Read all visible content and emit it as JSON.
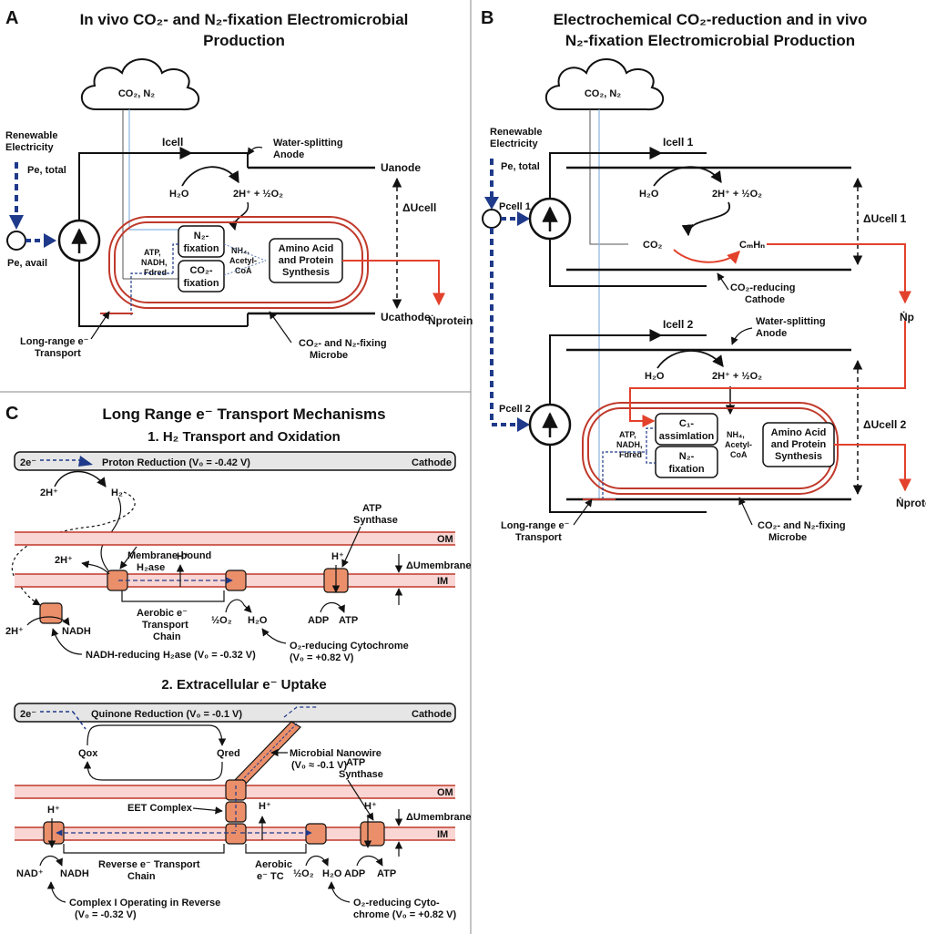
{
  "panel_a": {
    "letter": "A",
    "title_line1": "In vivo CO₂- and N₂-fixation Electromicrobial",
    "title_line2": "Production",
    "cloud": "CO₂, N₂",
    "renewable": "Renewable",
    "electricity": "Electricity",
    "p_total": "Pe, total",
    "p_avail": "Pe, avail",
    "i_cell": "Icell",
    "water_anode": "Water-splitting",
    "anode": "Anode",
    "u_anode": "Uanode",
    "u_cathode": "Ucathode",
    "delta_u": "ΔUcell",
    "h2o": "H₂O",
    "products": "2H⁺ + ½O₂",
    "n2_fix1": "N₂-",
    "n2_fix2": "fixation",
    "co2_fix1": "CO₂-",
    "co2_fix2": "fixation",
    "atp": "ATP,",
    "nadh": "NADH,",
    "fd": "Fdred",
    "nh4": "NH₄,",
    "acetyl": "Acetyl-",
    "coa": "CoA",
    "amino1": "Amino Acid",
    "amino2": "and Protein",
    "amino3": "Synthesis",
    "n_protein": "Ṅprotein",
    "long_range1": "Long-range e⁻",
    "long_range2": "Transport",
    "microbe1": "CO₂- and N₂-fixing",
    "microbe2": "Microbe"
  },
  "panel_b": {
    "letter": "B",
    "title_line1": "Electrochemical CO₂-reduction and in vivo",
    "title_line2": "N₂-fixation Electromicrobial Production",
    "cloud": "CO₂, N₂",
    "renewable": "Renewable",
    "electricity": "Electricity",
    "p_total": "Pe, total",
    "p_cell1": "Pcell 1",
    "p_cell2": "Pcell 2",
    "i_cell1": "Icell 1",
    "i_cell2": "Icell 2",
    "h2o": "H₂O",
    "products": "2H⁺ + ½O₂",
    "co2": "CO₂",
    "cmhn": "CₘHₙ",
    "delta_u1": "ΔUcell 1",
    "delta_u2": "ΔUcell 2",
    "co2_cathode1": "CO₂-reducing",
    "co2_cathode2": "Cathode",
    "n_p": "Ṅp",
    "water_anode": "Water-splitting",
    "anode": "Anode",
    "c1_1": "C₁-",
    "c1_2": "assimlation",
    "n2_fix1": "N₂-",
    "n2_fix2": "fixation",
    "atp": "ATP,",
    "nadh": "NADH,",
    "fd": "Fdred",
    "nh4": "NH₄,",
    "acetyl": "Acetyl-",
    "coa": "CoA",
    "amino1": "Amino Acid",
    "amino2": "and Protein",
    "amino3": "Synthesis",
    "n_protein": "Ṅprotein",
    "long_range1": "Long-range e⁻",
    "long_range2": "Transport",
    "microbe1": "CO₂- and N₂-fixing",
    "microbe2": "Microbe"
  },
  "panel_c": {
    "letter": "C",
    "title": "Long Range e⁻ Transport Mechanisms",
    "sec1_title": "1. H₂ Transport and Oxidation",
    "e2": "2e⁻",
    "proton_reduction": "Proton Reduction (V₀ = -0.42 V)",
    "cathode": "Cathode",
    "h_plus_2": "2H⁺",
    "h2": "H₂",
    "membrane_bound1": "Membrane-bound",
    "membrane_bound2": "H₂ase",
    "atp_synthase1": "ATP",
    "atp_synthase2": "Synthase",
    "om": "OM",
    "im": "IM",
    "h_plus": "H⁺",
    "delta_membrane": "ΔUmembrane",
    "aerobic1": "Aerobic e⁻",
    "aerobic2": "Transport",
    "aerobic3": "Chain",
    "half_o2": "½O₂",
    "h2o": "H₂O",
    "adp": "ADP",
    "atp": "ATP",
    "nadh": "NADH",
    "nadh_reducing": "NADH-reducing H₂ase (V₀ = -0.32 V)",
    "o2_cyt1": "O₂-reducing Cytochrome",
    "o2_cyt2": "(V₀ = +0.82 V)",
    "sec2_title": "2. Extracellular e⁻ Uptake",
    "quinone_reduction": "Quinone Reduction (V₀ = -0.1 V)",
    "q_ox": "Qox",
    "q_red": "Qred",
    "nanowire1": "Microbial Nanowire",
    "nanowire2": "(V₀ ≈ -0.1 V)",
    "eet": "EET Complex",
    "nad_plus": "NAD⁺",
    "reverse1": "Reverse e⁻ Transport",
    "reverse2": "Chain",
    "aerobic_tc1": "Aerobic",
    "aerobic_tc2": "e⁻ TC",
    "complex1_1": "Complex I Operating in Reverse",
    "complex1_2": "(V₀ = -0.32 V)",
    "o2_cyt_b1": "O₂-reducing Cyto-",
    "o2_cyt_b2": "chrome  (V₀ = +0.82 V)"
  },
  "colors": {
    "membrane": "#c0392b",
    "membrane_fill": "#f9d5d3",
    "protein": "#ea8f6a",
    "electron": "#1f3a8a",
    "cyan_line": "#8ab4e0",
    "cathode_fill": "#e6e6e6"
  }
}
